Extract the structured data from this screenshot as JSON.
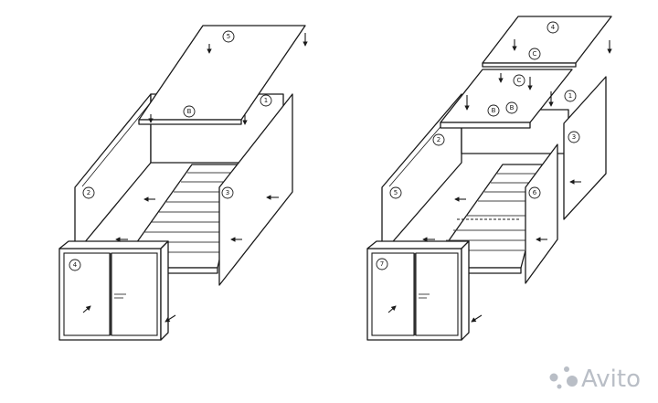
{
  "left_diagram": {
    "callouts": [
      "5",
      "1",
      "B",
      "2",
      "3",
      "4"
    ]
  },
  "right_diagram": {
    "callouts": [
      "4",
      "C",
      "C",
      "1",
      "B",
      "B",
      "2",
      "3",
      "5",
      "6",
      "7"
    ]
  },
  "watermark": {
    "text": "Avito",
    "color": "#b9bec6"
  }
}
